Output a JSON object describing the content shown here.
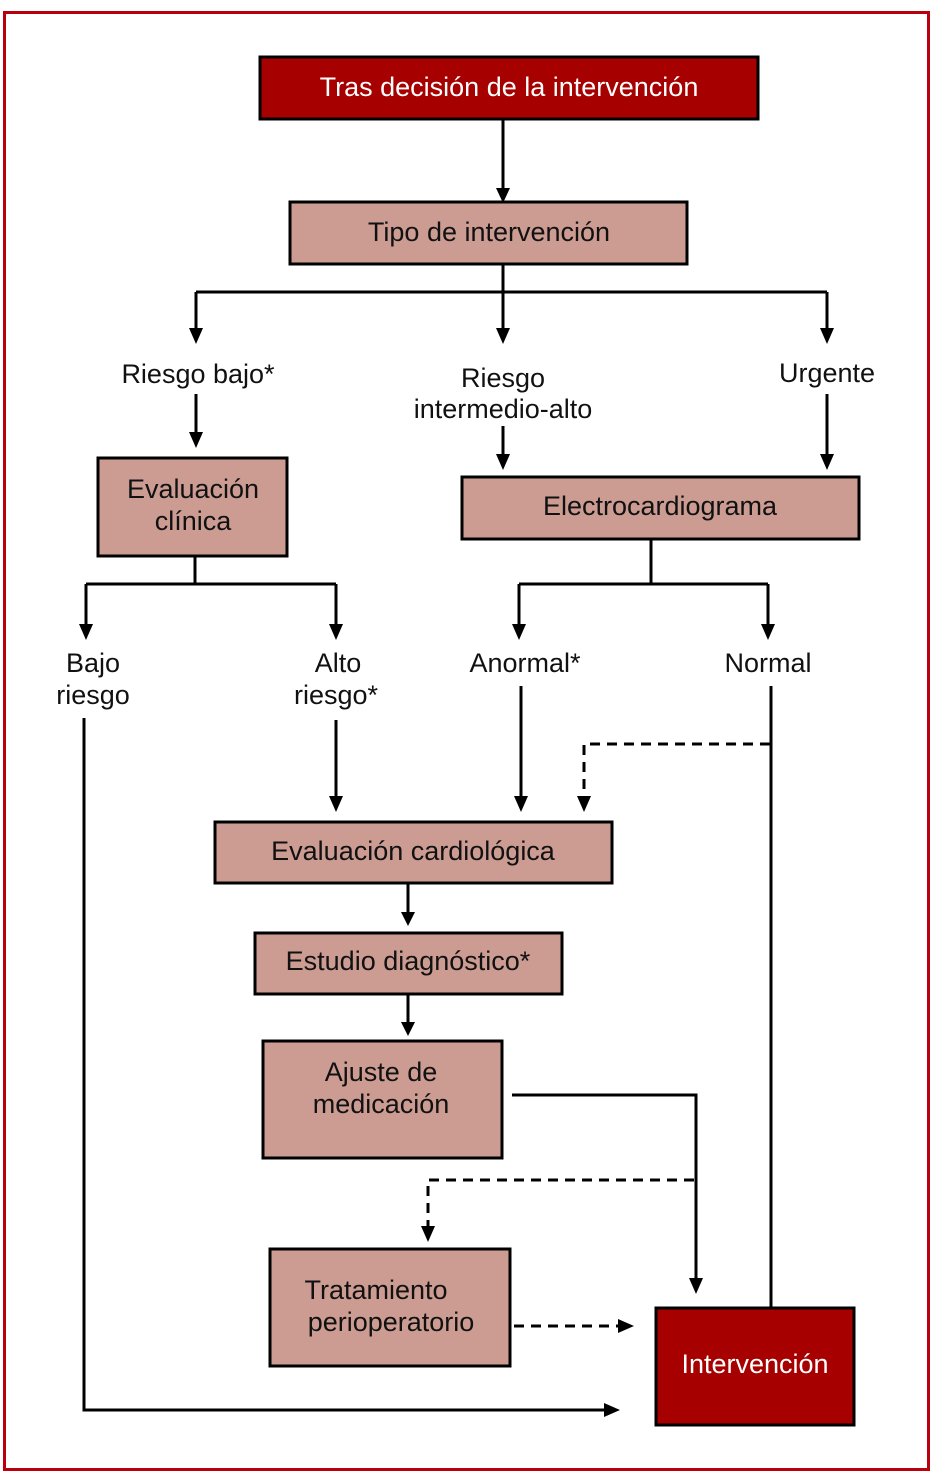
{
  "diagram": {
    "frame_color": "#b8000f",
    "accent_color": "#a60000",
    "box_color": "#cc9c92",
    "nodes": {
      "start": "Tras decisión de la intervención",
      "tipo": "Tipo de intervención",
      "riesgo_bajo": "Riesgo bajo*",
      "riesgo_intermedio_1": "Riesgo",
      "riesgo_intermedio_2": "intermedio-alto",
      "urgente": "Urgente",
      "eval_clinica_1": "Evaluación",
      "eval_clinica_2": "clínica",
      "ecg": "Electrocardiograma",
      "bajo_riesgo_1": "Bajo",
      "bajo_riesgo_2": "riesgo",
      "alto_riesgo_1": "Alto",
      "alto_riesgo_2": "riesgo*",
      "anormal": "Anormal*",
      "normal": "Normal",
      "eval_cardio": "Evaluación cardiológica",
      "estudio": "Estudio diagnóstico*",
      "ajuste_1": "Ajuste de",
      "ajuste_2": "medicación",
      "tratamiento_1": "Tratamiento",
      "tratamiento_2": "perioperatorio",
      "intervencion": "Intervención"
    }
  }
}
